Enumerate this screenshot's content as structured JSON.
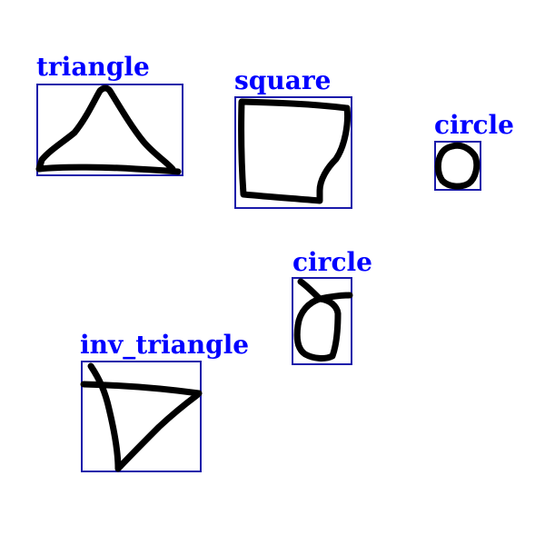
{
  "colors": {
    "box": "#1a1aaa",
    "label": "#0000ff",
    "stroke": "#000000",
    "background": "#ffffff"
  },
  "detections": [
    {
      "label": "triangle"
    },
    {
      "label": "square"
    },
    {
      "label": "circle"
    },
    {
      "label": "circle"
    },
    {
      "label": "inv_triangle"
    }
  ]
}
